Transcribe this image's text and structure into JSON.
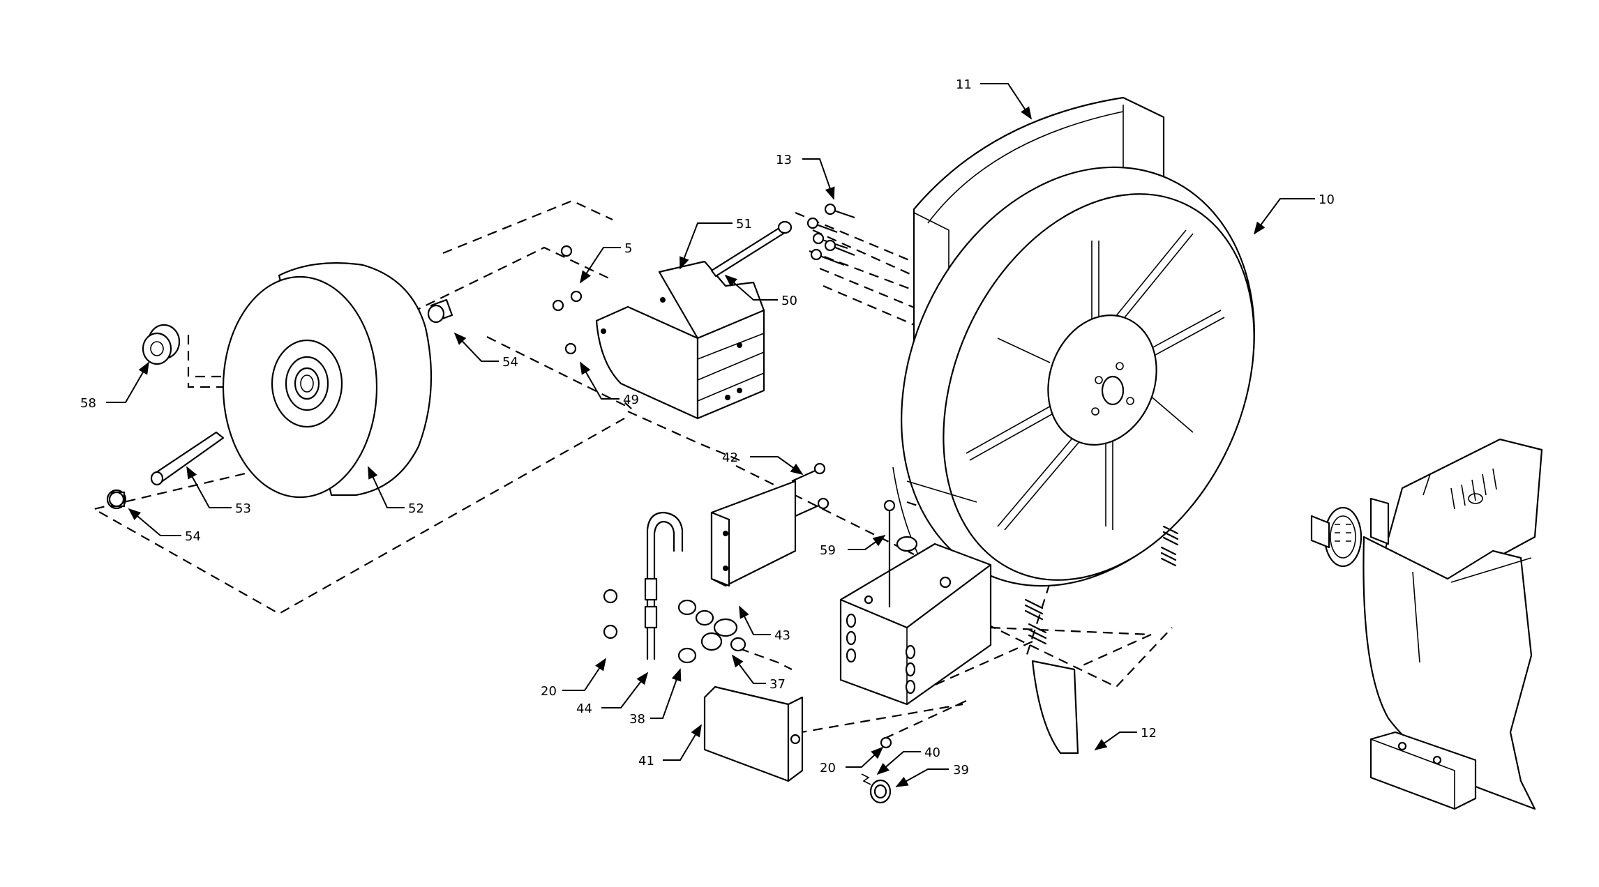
{
  "callouts": {
    "c5": "5",
    "c10": "10",
    "c11": "11",
    "c12": "12",
    "c13": "13",
    "c20a": "20",
    "c20b": "20",
    "c37": "37",
    "c38": "38",
    "c39": "39",
    "c40": "40",
    "c41": "41",
    "c42": "42",
    "c43": "43",
    "c44": "44",
    "c49": "49",
    "c50": "50",
    "c51": "51",
    "c52": "52",
    "c53": "53",
    "c54a": "54",
    "c54b": "54",
    "c58": "58",
    "c59": "59"
  }
}
